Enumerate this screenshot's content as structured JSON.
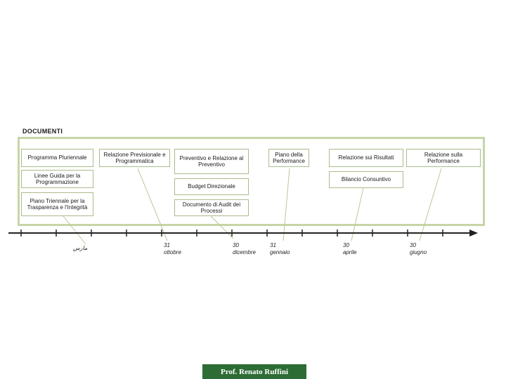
{
  "heading": "DOCUMENTI",
  "documents": {
    "programma_pluriennale": "Programma Pluriennale",
    "linee_guida": "Linee Guida per la Programmazione",
    "piano_triennale_trasparenza": "Piano Triennale per la Trasparenza e l'Integrità",
    "relazione_previsionale": "Relazione Previsionale e Programmatica",
    "preventivo_relazione": "Preventivo e Relazione al Preventivo",
    "budget_direzionale": "Budget Direzionale",
    "documento_audit": "Documento di Audit dei Processi",
    "piano_performance": "Piano della Performance",
    "relazione_risultati": "Relazione sui Risultati",
    "bilancio_consuntivo": "Bilancio Consuntivo",
    "relazione_performance": "Relazione sulla Performance"
  },
  "timeline": {
    "t0": "مارس",
    "t1": "31 ottobre",
    "t2": "30 dicembre",
    "t3": "31 gennaio",
    "t4": "30 aprile",
    "t5": "30 giugno"
  },
  "colors": {
    "frame": "#c7d5a7",
    "box_border": "#aabb8c",
    "leader": "#b9c99a",
    "footer_bg": "#2e6c35"
  },
  "footer": "Prof. Renato Ruffini"
}
